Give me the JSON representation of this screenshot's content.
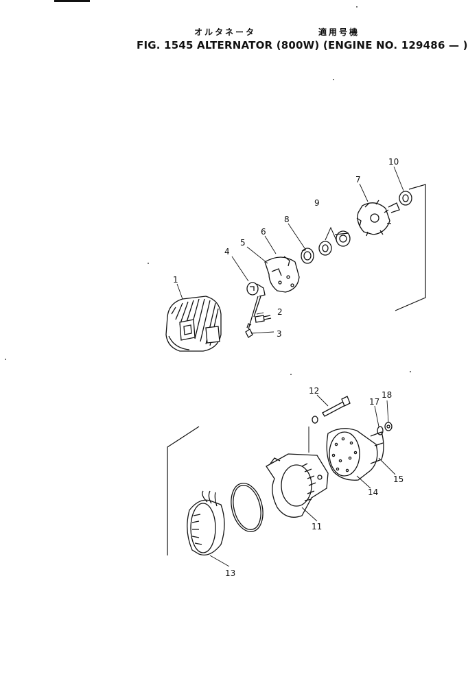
{
  "title": {
    "jp_left": "オルタネータ",
    "jp_right": "適用号機",
    "main": "FIG. 1545   ALTERNATOR  (800W)  (ENGINE  NO.  129486 — )"
  },
  "callouts": {
    "n1": "1",
    "n2": "2",
    "n3": "3",
    "n4": "4",
    "n5": "5",
    "n6": "6",
    "n7": "7",
    "n8": "8",
    "n9": "9",
    "n10": "10",
    "n11": "11",
    "n12": "12",
    "n13": "13",
    "n14": "14",
    "n15": "15",
    "n17": "17",
    "n18": "18"
  }
}
